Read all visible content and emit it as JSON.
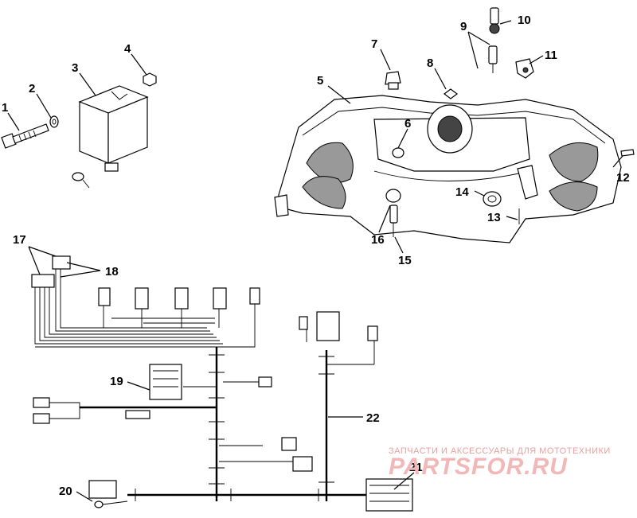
{
  "callouts": {
    "c1": "1",
    "c2": "2",
    "c3": "3",
    "c4": "4",
    "c5": "5",
    "c6": "6",
    "c7": "7",
    "c8": "8",
    "c9": "9",
    "c10": "10",
    "c11": "11",
    "c12": "12",
    "c13": "13",
    "c14": "14",
    "c15": "15",
    "c16": "16",
    "c17": "17",
    "c18": "18",
    "c19": "19",
    "c20": "20",
    "c21": "21",
    "c22": "22"
  },
  "watermark": {
    "tagline": "ЗАПЧАСТИ И АКСЕССУАРЫ ДЛЯ МОТОТЕХНИКИ",
    "logo": "PARTSFOR.RU"
  },
  "colors": {
    "ink": "#000000",
    "paper": "#ffffff",
    "watermark": "#f2b8b8"
  }
}
